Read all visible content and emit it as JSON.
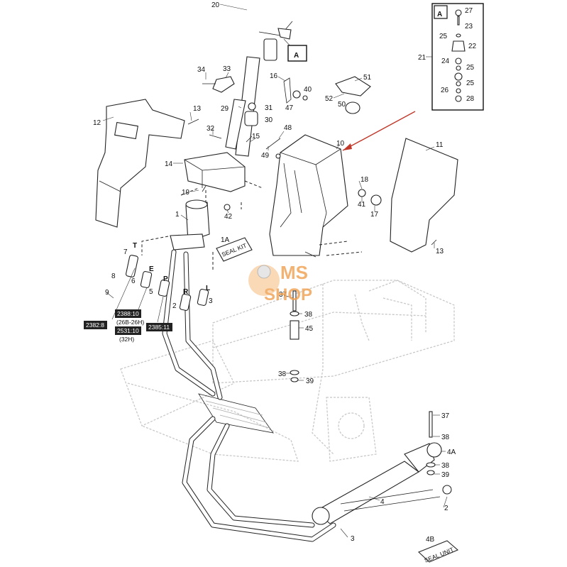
{
  "inset": {
    "title": "A",
    "parts": [
      "27",
      "23",
      "25",
      "22",
      "24",
      "25",
      "25",
      "26",
      "28"
    ],
    "ref": "21"
  },
  "callout_a": "A",
  "part_numbers": {
    "p20": "20",
    "p34": "34",
    "p33": "33",
    "p16": "16",
    "p51": "51",
    "p40": "40",
    "p52": "52",
    "p47": "47",
    "p50": "50",
    "p31": "31",
    "p29": "29",
    "p30": "30",
    "p13a": "13",
    "p12": "12",
    "p32": "32",
    "p15": "15",
    "p48": "48",
    "p49": "49",
    "p10": "10",
    "p11": "11",
    "p14": "14",
    "p18": "18",
    "p19": "19",
    "p42": "42",
    "p41": "41",
    "p17": "17",
    "p1": "1",
    "p13b": "13",
    "p7": "7",
    "p8": "8",
    "p6": "6",
    "p9": "9",
    "p5": "5",
    "p2a": "2",
    "p3a": "3",
    "p37a": "37",
    "p38a": "38",
    "p45": "45",
    "p38b": "38",
    "p39a": "39",
    "p37b": "37",
    "p38c": "38",
    "p4a": "4A",
    "p38d": "38",
    "p39b": "39",
    "p4": "4",
    "p2b": "2",
    "p3b": "3",
    "p4b": "4B",
    "p1a": "1A"
  },
  "port_letters": {
    "t": "T",
    "e": "E",
    "p": "P",
    "r": "R",
    "l": "L"
  },
  "ref_boxes": {
    "b1": "2382:8",
    "b2": "2388:10",
    "b2sub": "(26B-26H)",
    "b3": "2531:10",
    "b3sub": "(32H)",
    "b4": "2385:11"
  },
  "seal_kit_label": "SEAL KIT",
  "seal_unit_label": "SEAL UNIT",
  "watermark": {
    "line1": "MS",
    "line2": "SHOP"
  },
  "colors": {
    "arrow": "#c0392b",
    "watermark": "#f0a050",
    "ink": "#222222"
  }
}
